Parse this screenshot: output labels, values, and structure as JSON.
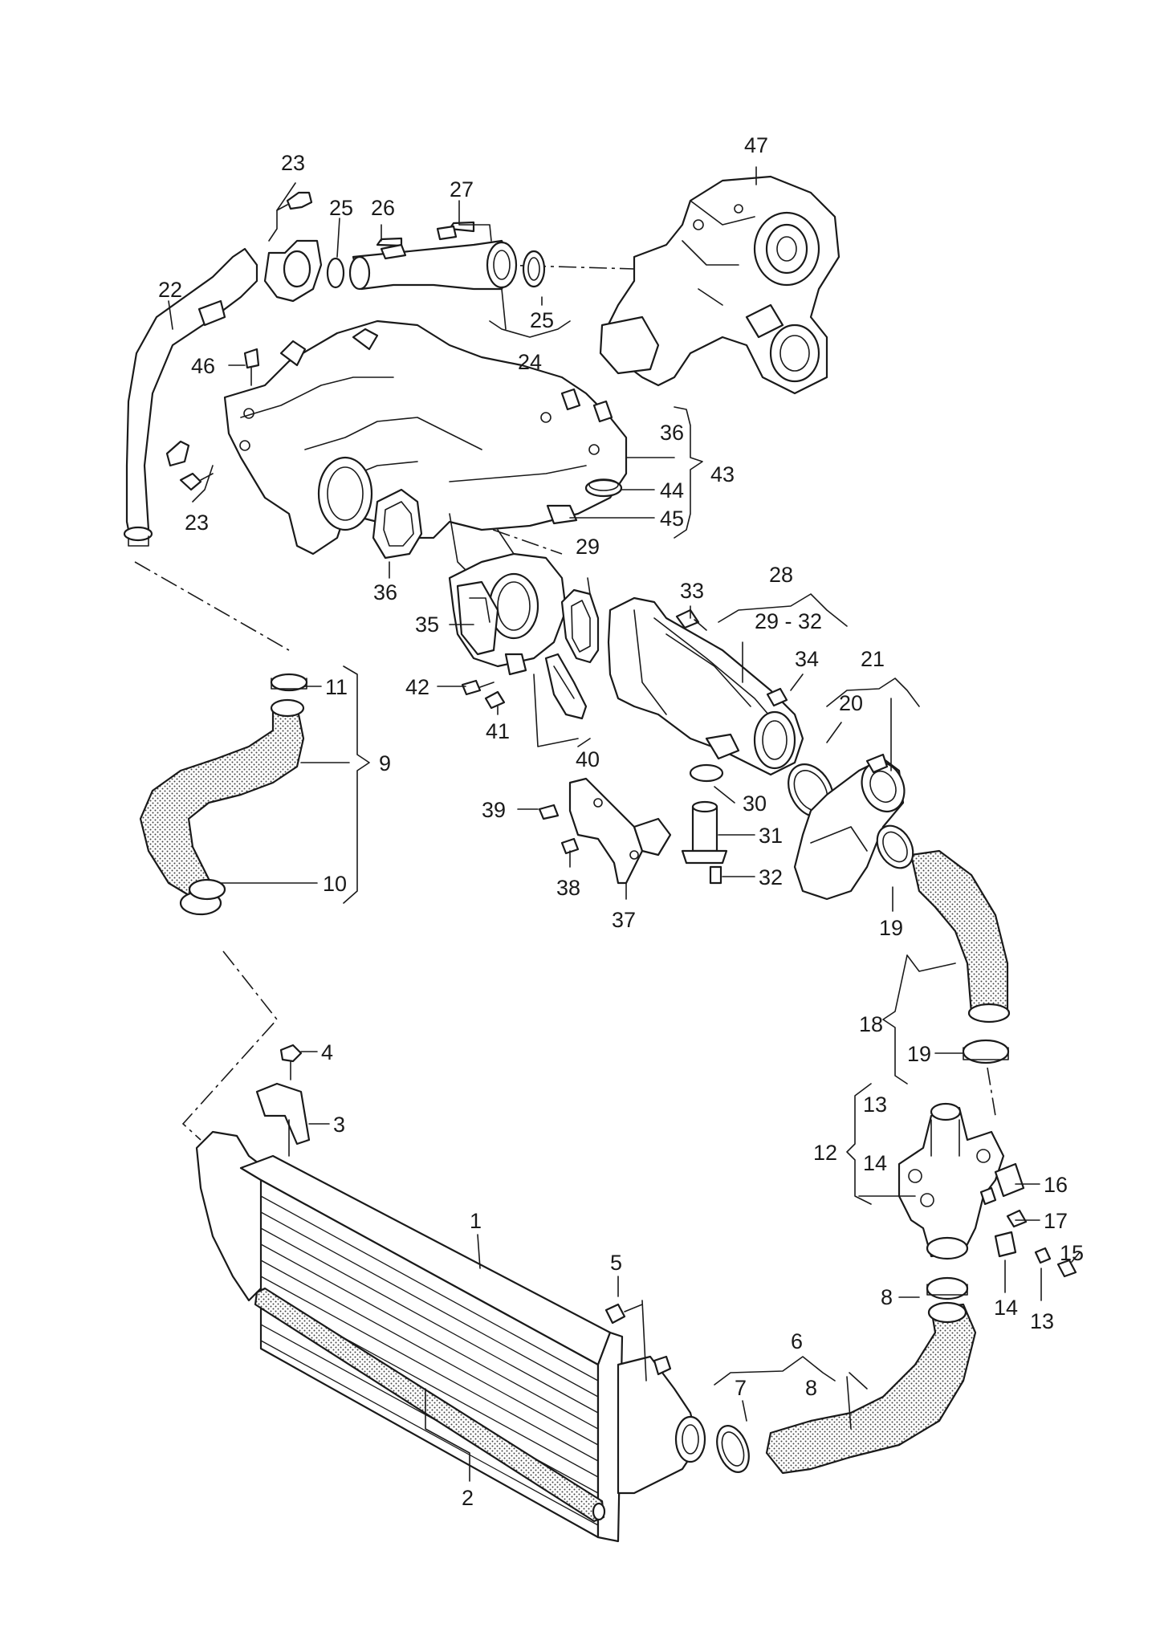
{
  "callouts": {
    "c1": "1",
    "c2": "2",
    "c3": "3",
    "c4": "4",
    "c5": "5",
    "c6": "6",
    "c7": "7",
    "c8a": "8",
    "c8b": "8",
    "c9": "9",
    "c10": "10",
    "c11": "11",
    "c12": "12",
    "c13a": "13",
    "c13b": "13",
    "c14a": "14",
    "c14b": "14",
    "c15": "15",
    "c16": "16",
    "c17": "17",
    "c18": "18",
    "c19a": "19",
    "c19b": "19",
    "c20": "20",
    "c21": "21",
    "c22": "22",
    "c23a": "23",
    "c23b": "23",
    "c24": "24",
    "c25a": "25",
    "c25b": "25",
    "c26": "26",
    "c27": "27",
    "c28": "28",
    "c28r": "29 - 32",
    "c29": "29",
    "c30": "30",
    "c31": "31",
    "c32": "32",
    "c33": "33",
    "c34": "34",
    "c35": "35",
    "c36a": "36",
    "c36b": "36",
    "c37": "37",
    "c38": "38",
    "c39": "39",
    "c40": "40",
    "c41": "41",
    "c42": "42",
    "c43": "43",
    "c44": "44",
    "c45": "45",
    "c46": "46",
    "c47": "47"
  },
  "colors": {
    "line": "#1a1a1a",
    "background": "#ffffff"
  }
}
